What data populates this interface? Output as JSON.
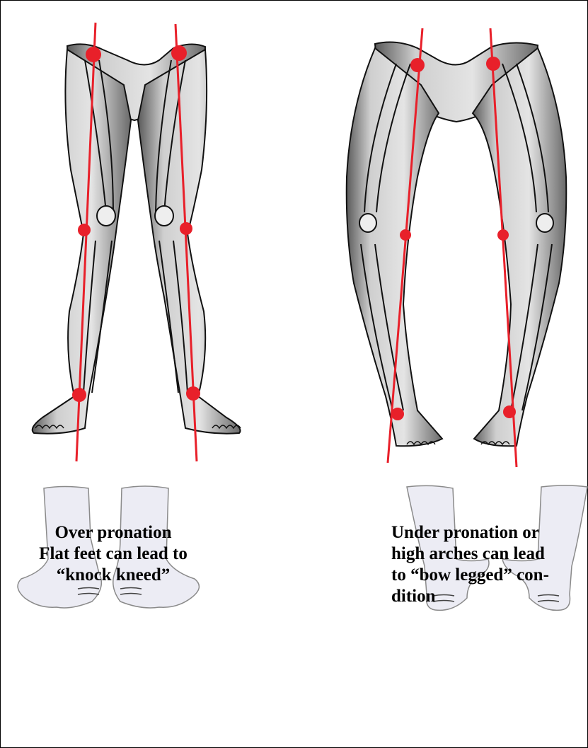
{
  "captions": {
    "left": {
      "line1": "Over pronation",
      "line2": "Flat feet can lead to",
      "line3": "“knock kneed”"
    },
    "right": {
      "line1": "Under pronation or",
      "line2": "high arches can lead",
      "line3": "to “bow legged” con-",
      "line4": "dition"
    }
  },
  "colors": {
    "alignment_line": "#e8202a",
    "joint_marker": "#e8202a",
    "skin_shading": "#c9c9c9",
    "bone_outline": "#111111",
    "foot_fill": "#ececf4"
  }
}
